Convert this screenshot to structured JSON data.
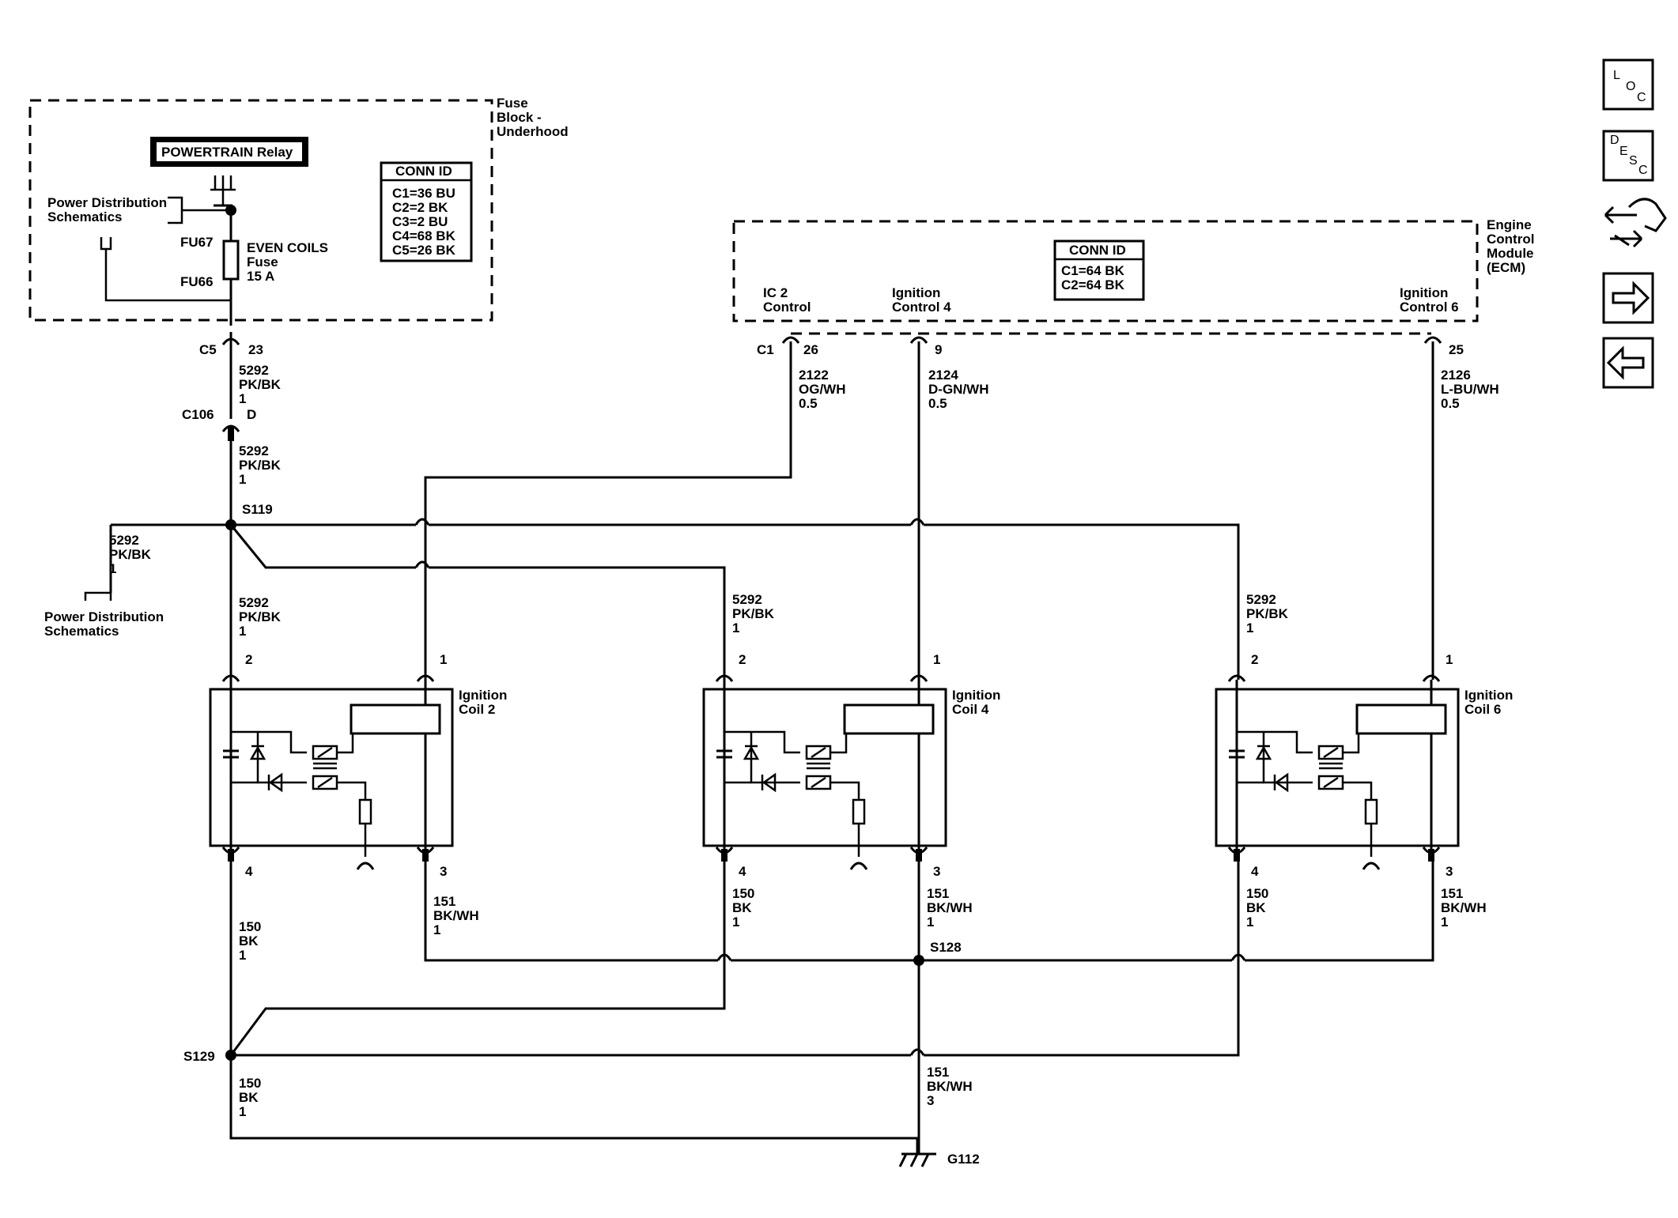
{
  "fuse_block": {
    "title": [
      "Fuse",
      "Block -",
      "Underhood"
    ],
    "relay": "POWERTRAIN Relay",
    "pds": [
      "Power Distribution",
      "Schematics"
    ],
    "fu67": "FU67",
    "fu66": "FU66",
    "fuse": [
      "EVEN COILS",
      "Fuse",
      "15 A"
    ],
    "conn_id": {
      "title": "CONN ID",
      "lines": [
        "C1=36 BU",
        "C2=2 BK",
        "C3=2 BU",
        "C4=68 BK",
        "C5=26 BK"
      ]
    }
  },
  "ecm": {
    "title": [
      "Engine",
      "Control",
      "Module",
      "(ECM)"
    ],
    "conn_id": {
      "title": "CONN ID",
      "lines": [
        "C1=64 BK",
        "C2=64 BK"
      ]
    },
    "pins": {
      "ic2": [
        "IC 2",
        "Control"
      ],
      "ic4": [
        "Ignition",
        "Control 4"
      ],
      "ic6": [
        "Ignition",
        "Control 6"
      ]
    },
    "connector": "C1",
    "pin_numbers": [
      "26",
      "9",
      "25"
    ]
  },
  "wires": {
    "c5": "C5",
    "c5_pin": "23",
    "c106": "C106",
    "c106_pin": "D",
    "pwr": [
      "5292",
      "PK/BK",
      "1"
    ],
    "w2122": [
      "2122",
      "OG/WH",
      "0.5"
    ],
    "w2124": [
      "2124",
      "D-GN/WH",
      "0.5"
    ],
    "w2126": [
      "2126",
      "L-BU/WH",
      "0.5"
    ],
    "gnd150": [
      "150",
      "BK",
      "1"
    ],
    "gnd151": [
      "151",
      "BK/WH",
      "1"
    ],
    "gnd151_3": [
      "151",
      "BK/WH",
      "3"
    ]
  },
  "splices": {
    "s119": "S119",
    "s128": "S128",
    "s129": "S129"
  },
  "pds_bottom": [
    "Power Distribution",
    "Schematics"
  ],
  "ground": "G112",
  "coils": [
    {
      "title": [
        "Ignition",
        "Coil 2"
      ],
      "pins": [
        "2",
        "1",
        "4",
        "3"
      ]
    },
    {
      "title": [
        "Ignition",
        "Coil 4"
      ],
      "pins": [
        "2",
        "1",
        "4",
        "3"
      ]
    },
    {
      "title": [
        "Ignition",
        "Coil 6"
      ],
      "pins": [
        "2",
        "1",
        "4",
        "3"
      ]
    }
  ],
  "nav": {
    "loc": [
      "L",
      "O",
      "C"
    ],
    "desc": [
      "D",
      "E",
      "S",
      "C"
    ]
  }
}
